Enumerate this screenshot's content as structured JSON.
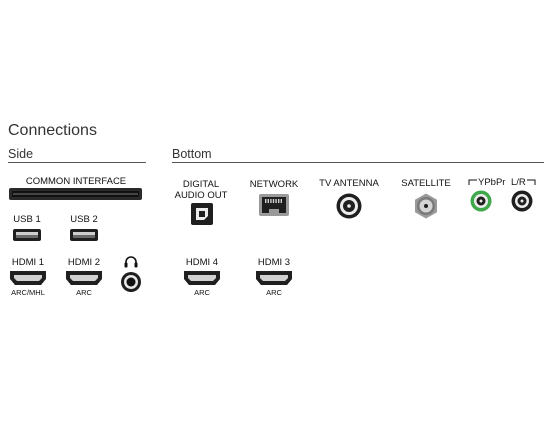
{
  "title": "Connections",
  "sections": {
    "side": "Side",
    "bottom": "Bottom"
  },
  "side": {
    "common_interface": "COMMON INTERFACE",
    "usb1": "USB 1",
    "usb2": "USB 2",
    "hdmi1": {
      "label": "HDMI 1",
      "sub": "ARC/MHL"
    },
    "hdmi2": {
      "label": "HDMI 2",
      "sub": "ARC"
    },
    "headphone_icon": "headphones-icon"
  },
  "bottom": {
    "digital_audio_line1": "DIGITAL",
    "digital_audio_line2": "AUDIO OUT",
    "network": "NETWORK",
    "tv_antenna": "TV ANTENNA",
    "satellite": "SATELLITE",
    "ypbpr": "YPbPr",
    "lr": "L/R",
    "hdmi4": {
      "label": "HDMI 4",
      "sub": "ARC"
    },
    "hdmi3": {
      "label": "HDMI 3",
      "sub": "ARC"
    }
  },
  "colors": {
    "port_dark": "#1f1f1f",
    "port_gray": "#9a9a9a",
    "ypbpr_green": "#3fa84a"
  }
}
